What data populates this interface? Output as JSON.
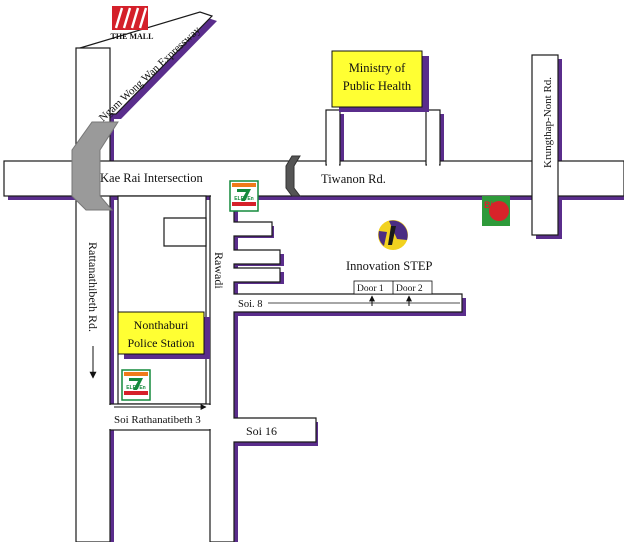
{
  "colors": {
    "road_fill": "#ffffff",
    "road_outline": "#1a1a1a",
    "road_shadow": "#5a2d8c",
    "flyover": "#9a9a9a",
    "label_box": "#ffff33",
    "mall_red": "#d4202a",
    "big_c_green": "#2e9a3a",
    "big_c_red": "#d8232a",
    "step_yellow": "#f2d21f",
    "step_purple": "#4b2d83",
    "seven_green": "#148a3c",
    "seven_orange": "#f07a1a",
    "seven_red": "#d6202a"
  },
  "logos": {
    "mall_caption": "THE MALL",
    "big_c_text": "Big",
    "seven_eleven_text": "ELEVEn"
  },
  "roads": {
    "ngam_wong_wan": "Ngam Wong Wan Expressway",
    "krungthap_nont": "Krungthap-Nont Rd.",
    "kae_rai": "Kae Rai Intersection",
    "tiwanon": "Tiwanon Rd.",
    "rattanathibeth": "Rattanathibeth Rd.",
    "rawadi": "Rawadi",
    "soi_8": "Soi. 8",
    "soi_rathanatibeth_3": "Soi Rathanatibeth 3",
    "soi_16": "Soi 16"
  },
  "places": {
    "ministry_line1": "Ministry of",
    "ministry_line2": "Public Health",
    "police_line1": "Nonthaburi",
    "police_line2": "Police Station",
    "innovation_step": "Innovation STEP",
    "door_1": "Door 1",
    "door_2": "Door 2"
  },
  "icons": [
    "mall-logo-icon",
    "seven-eleven-icon",
    "big-c-icon",
    "innovation-step-logo-icon",
    "arrow-down-icon",
    "arrow-right-icon",
    "arrow-up-icon"
  ]
}
